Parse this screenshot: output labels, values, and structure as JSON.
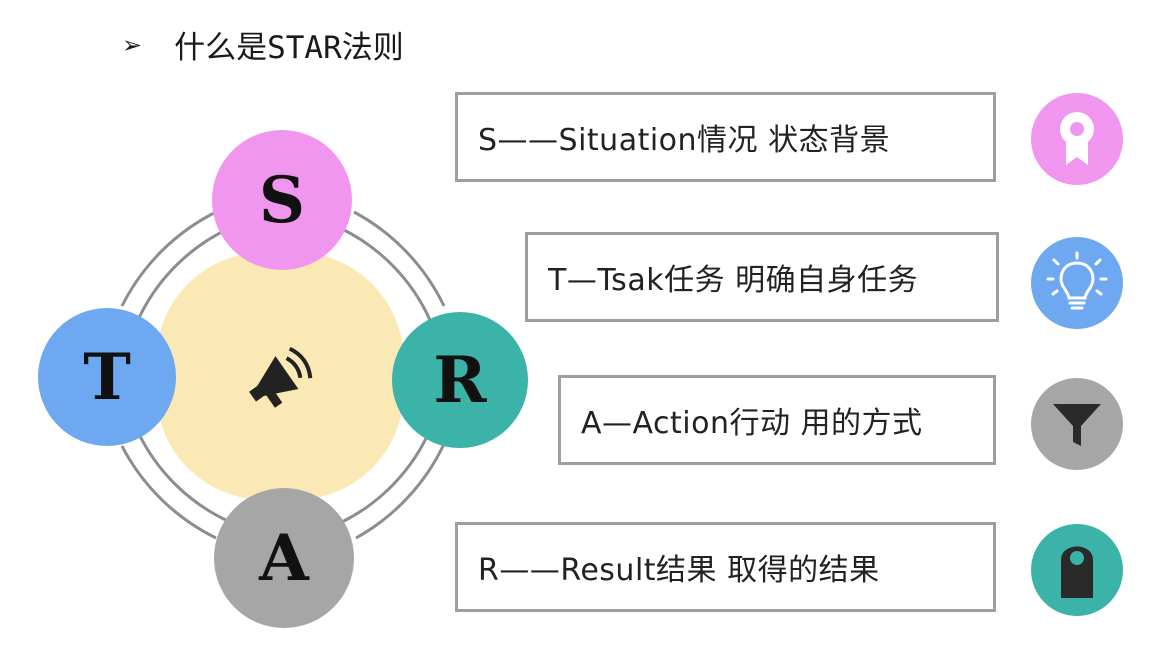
{
  "title": {
    "bullet": "➢",
    "text": "什么是STAR法则"
  },
  "diagram": {
    "letters": {
      "s": "S",
      "t": "T",
      "r": "R",
      "a": "A"
    },
    "center_icon": "megaphone-icon"
  },
  "items": [
    {
      "text": "S——Situation情况 状态背景",
      "icon": "award-ribbon-icon",
      "color": "#f096ee"
    },
    {
      "text": "T—Tsak任务 明确自身任务",
      "icon": "lightbulb-icon",
      "color": "#6ea8f0"
    },
    {
      "text": "A—Action行动 用的方式",
      "icon": "funnel-icon",
      "color": "#a6a6a6"
    },
    {
      "text": "R——Result结果 取得的结果",
      "icon": "door-hanger-icon",
      "color": "#3bb3a8"
    }
  ],
  "colors": {
    "s": "#f096ee",
    "t": "#6ea8f0",
    "r": "#3bb3a8",
    "a": "#a6a6a6",
    "center": "#fbe9b5"
  }
}
